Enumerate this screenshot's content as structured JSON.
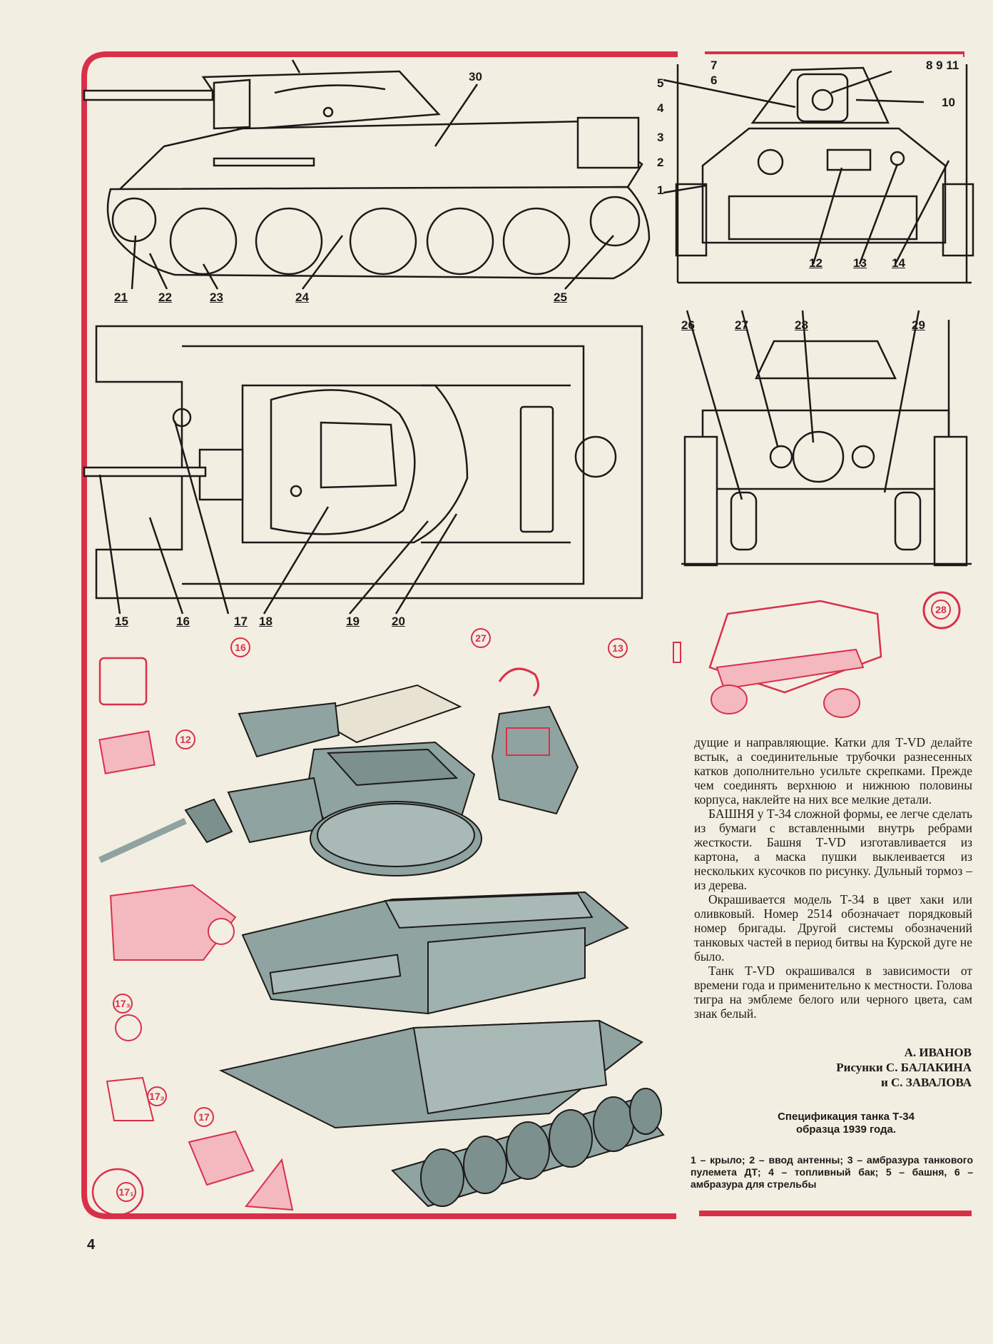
{
  "callouts": {
    "side": [
      "30",
      "21",
      "22",
      "23",
      "24",
      "25"
    ],
    "front": [
      "7",
      "8 9 11",
      "6",
      "5",
      "10",
      "4",
      "3",
      "2",
      "1",
      "12",
      "13",
      "14"
    ],
    "rear": [
      "26",
      "27",
      "28",
      "29"
    ],
    "top": [
      "15",
      "16",
      "17",
      "18",
      "19",
      "20"
    ],
    "red": [
      "27",
      "13",
      "28",
      "16",
      "12",
      "17₃",
      "17₂",
      "17",
      "17₁"
    ]
  },
  "article": {
    "paragraphs": [
      "дущие и направляющие. Катки для Т-VD делайте встык, а соединительные трубочки разнесенных катков дополнительно усильте скрепками. Прежде чем соединять верхнюю и нижнюю половины корпуса, наклейте на них все мелкие детали.",
      "БАШНЯ у Т-34 сложной формы, ее легче сделать из бумаги с вставленными внутрь ребрами жесткости. Башня Т-VD изготавливается из картона, а маска пушки выклеивается из нескольких кусочков по рисунку. Дульный тормоз – из дерева.",
      "Окрашивается модель Т-34 в цвет хаки или оливковый. Номер 2514 обозначает порядковый номер бригады. Другой системы обозначений танковых частей в период битвы на Курской дуге не было.",
      "Танк Т-VD окрашивался в зависимости от времени года и применительно к местности. Голова тигра на эмблеме белого или черного цвета, сам знак белый."
    ]
  },
  "credits": {
    "author": "А. ИВАНОВ",
    "illustrators_line1": "Рисунки С. БАЛАКИНА",
    "illustrators_line2": "и С. ЗАВАЛОВА"
  },
  "spec": {
    "title_line1": "Спецификация танка Т-34",
    "title_line2": "образца 1939 года.",
    "text": "1 – крыло; 2 – ввод антенны; 3 – амбразура танкового пулемета ДТ; 4 – топливный бак; 5 – башня, 6 – амбразура для стрельбы"
  },
  "page_number": "4",
  "colors": {
    "frame_red": "#d9304a",
    "pink_fill": "#f4b8bf",
    "model_gray": "#8fa3a0",
    "paper": "#f3eee2",
    "ink": "#1c1a18"
  }
}
